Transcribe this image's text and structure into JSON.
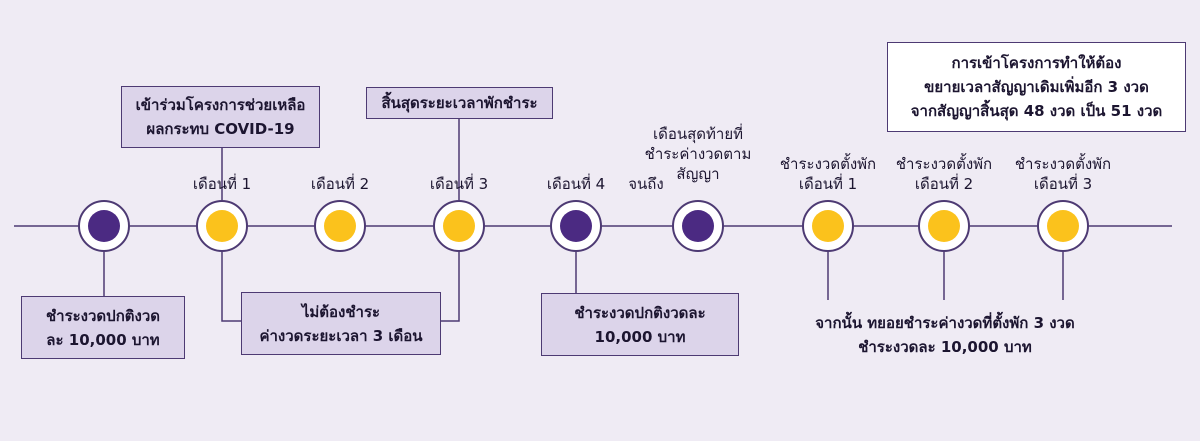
{
  "boxes": {
    "join_program": [
      "เข้าร่วมโครงการช่วยเหลือ",
      "ผลกระทบ COVID-19"
    ],
    "grace_end": "สิ้นสุดระยะเวลาพักชำระ",
    "normal_pay_first": [
      "ชำระงวดปกติงวด",
      "ละ 10,000 บาท"
    ],
    "no_pay": [
      "ไม่ต้องชำระ",
      "ค่างวดระยะเวลา 3 เดือน"
    ],
    "normal_pay_second": [
      "ชำระงวดปกติงวดละ",
      "10,000 บาท"
    ],
    "extension_info": [
      "การเข้าโครงการทำให้ต้อง",
      "ขยายเวลาสัญญาเดิมเพิ่มอีก 3 งวด",
      "จากสัญญาสิ้นสุด 48 งวด เป็น 51 งวด"
    ]
  },
  "labels": {
    "month1": "เดือนที่ 1",
    "month2": "เดือนที่ 2",
    "month3": "เดือนที่ 3",
    "month4": "เดือนที่ 4",
    "until": "จนถึง",
    "last_month": [
      "เดือนสุดท้ายที่",
      "ชำระค่างวดตาม",
      "สัญญา"
    ],
    "deferred1": [
      "ชำระงวดตั้งพัก",
      "เดือนที่ 1"
    ],
    "deferred2": [
      "ชำระงวดตั้งพัก",
      "เดือนที่ 2"
    ],
    "deferred3": [
      "ชำระงวดตั้งพัก",
      "เดือนที่ 3"
    ]
  },
  "bottom_note": [
    "จากนั้น ทยอยชำระค่างวดที่ตั้งพัก 3 งวด",
    "ชำระงวดละ 10,000 บาท"
  ],
  "colors": {
    "background": "#efebf4",
    "line": "#4d3a73",
    "box_fill": "#dcd4ea",
    "dot_purple": "#4b2a82",
    "dot_yellow": "#fbc21c"
  }
}
